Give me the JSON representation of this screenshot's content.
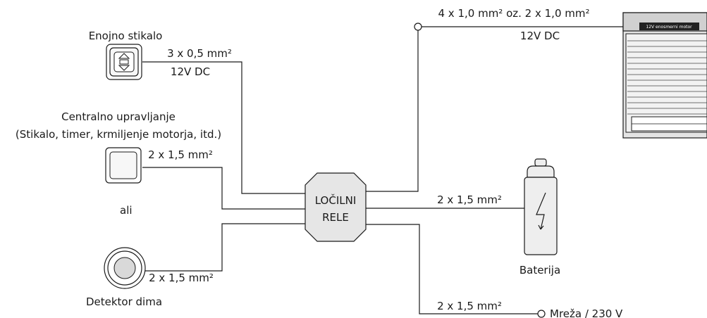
{
  "components": {
    "single_switch": {
      "label": "Enojno stikalo"
    },
    "central_control": {
      "label_line1": "Centralno upravljanje",
      "label_line2": "(Stikalo, timer, krmiljenje motorja, itd.)"
    },
    "or_text": "ali",
    "smoke_detector": {
      "label": "Detektor dima"
    },
    "relay": {
      "label_line1": "LOČILNI",
      "label_line2": "RELE"
    },
    "battery": {
      "label": "Baterija"
    },
    "motor": {
      "badge": "12V enosmerni motor"
    },
    "mains": {
      "label": "Mreža / 230 V"
    }
  },
  "wires": {
    "switch_cable": "3 x 0,5 mm²",
    "switch_voltage": "12V DC",
    "central_cable": "2 x 1,5 mm²",
    "smoke_cable": "2 x 1,5 mm²",
    "motor_cable": "4 x 1,0 mm² oz. 2 x 1,0 mm²",
    "motor_voltage": "12V DC",
    "battery_cable": "2 x 1,5 mm²",
    "mains_cable": "2 x 1,5 mm²"
  }
}
